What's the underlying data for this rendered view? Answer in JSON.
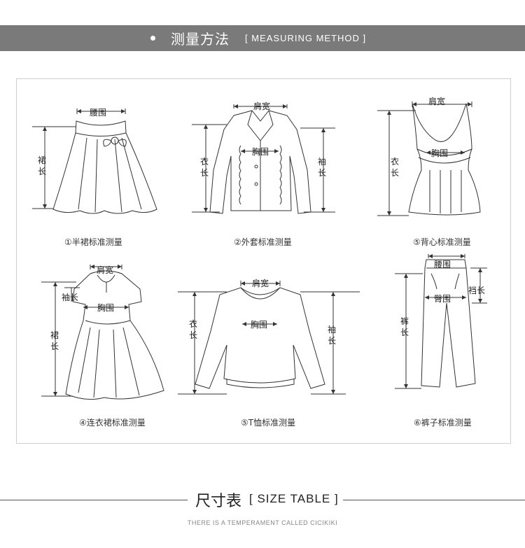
{
  "header": {
    "title": "测量方法",
    "subtitle": "[ MEASURING METHOD ]"
  },
  "garments": [
    {
      "caption": "①半裙标准测量",
      "labels": [
        "腰围",
        "裙",
        "长"
      ]
    },
    {
      "caption": "②外套标准测量",
      "labels": [
        "肩宽",
        "胸围",
        "衣",
        "长",
        "袖",
        "长"
      ]
    },
    {
      "caption": "⑤背心标准测量",
      "labels": [
        "肩宽",
        "胸围",
        "衣",
        "长"
      ]
    },
    {
      "caption": "④连衣裙标准测量",
      "labels": [
        "肩宽",
        "袖长",
        "胸围",
        "裙",
        "长"
      ]
    },
    {
      "caption": "⑤T恤标准测量",
      "labels": [
        "肩宽",
        "胸围",
        "衣",
        "长",
        "袖",
        "长"
      ]
    },
    {
      "caption": "⑥裤子标准测量",
      "labels": [
        "腰围",
        "臀围",
        "裆长",
        "裤",
        "长"
      ]
    }
  ],
  "size_table": {
    "title": "尺寸表",
    "subtitle": "[ SIZE TABLE ]"
  },
  "tagline": "THERE IS A TEMPERAMENT CALLED CICIKIKI"
}
